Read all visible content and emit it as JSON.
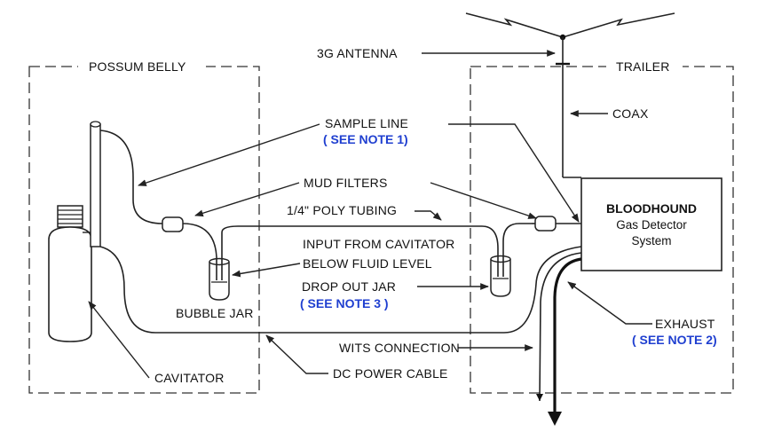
{
  "labels": {
    "antenna": "3G ANTENNA",
    "possum_belly": "POSSUM BELLY",
    "trailer": "TRAILER",
    "coax": "COAX",
    "sample_line": "SAMPLE LINE",
    "note1": "( SEE NOTE 1)",
    "mud_filters": "MUD FILTERS",
    "poly_tubing": "1/4\" POLY TUBING",
    "input_cavitator": "INPUT FROM CAVITATOR",
    "below_fluid": "BELOW FLUID LEVEL",
    "drop_out_jar": "DROP OUT JAR",
    "note3": "( SEE NOTE 3 )",
    "bubble_jar": "BUBBLE JAR",
    "exhaust": "EXHAUST",
    "note2": "( SEE NOTE 2)",
    "wits": "WITS CONNECTION",
    "cavitator": "CAVITATOR",
    "dc_power": "DC POWER CABLE"
  },
  "detector": {
    "line1": "BLOODHOUND",
    "line2": "Gas Detector",
    "line3": "System"
  },
  "colors": {
    "ink": "#111111",
    "note": "#1f3fd0",
    "background": "#ffffff"
  }
}
